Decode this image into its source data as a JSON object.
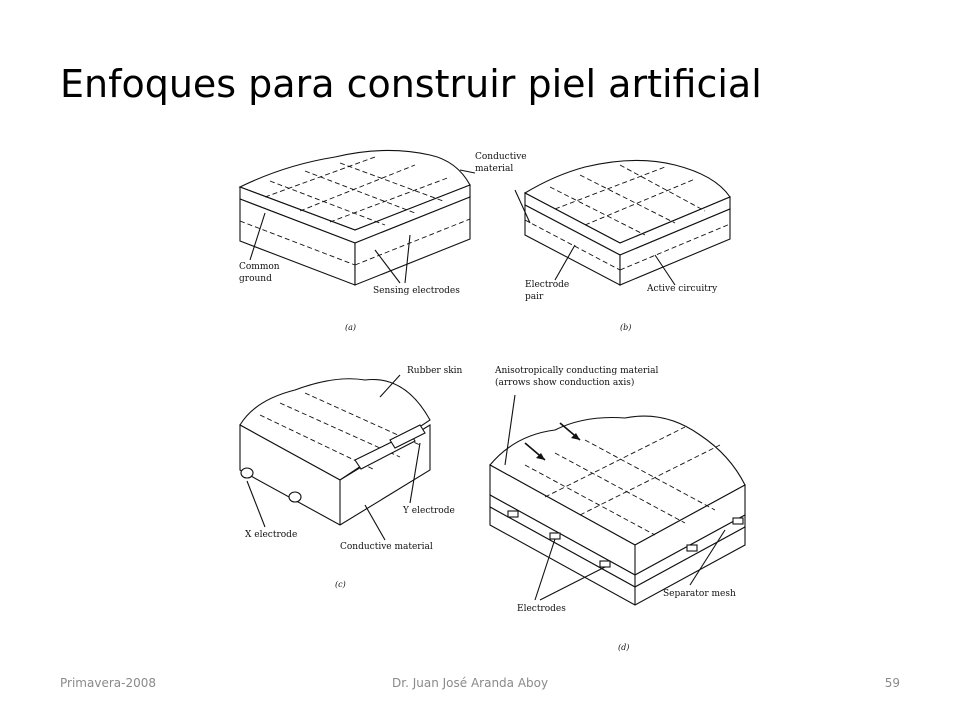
{
  "slide": {
    "title": "Enfoques para construir piel artificial"
  },
  "figure": {
    "panel_a": {
      "conductive": "Conductive",
      "material": "material",
      "common": "Common",
      "ground": "ground",
      "sensing": "Sensing electrodes",
      "caption": "(a)"
    },
    "panel_b": {
      "electrode": "Electrode",
      "pair": "pair",
      "active": "Active circuitry",
      "caption": "(b)"
    },
    "panel_c": {
      "rubber": "Rubber skin",
      "y_electrode": "Y electrode",
      "x_electrode": "X electrode",
      "conductive": "Conductive material",
      "caption": "(c)"
    },
    "panel_d": {
      "aniso1": "Anisotropically conducting material",
      "aniso2": "(arrows show conduction axis)",
      "separator": "Separator mesh",
      "electrodes": "Electrodes",
      "caption": "(d)"
    }
  },
  "footer": {
    "left": "Primavera-2008",
    "center": "Dr. Juan José Aranda Aboy",
    "right": "59"
  }
}
